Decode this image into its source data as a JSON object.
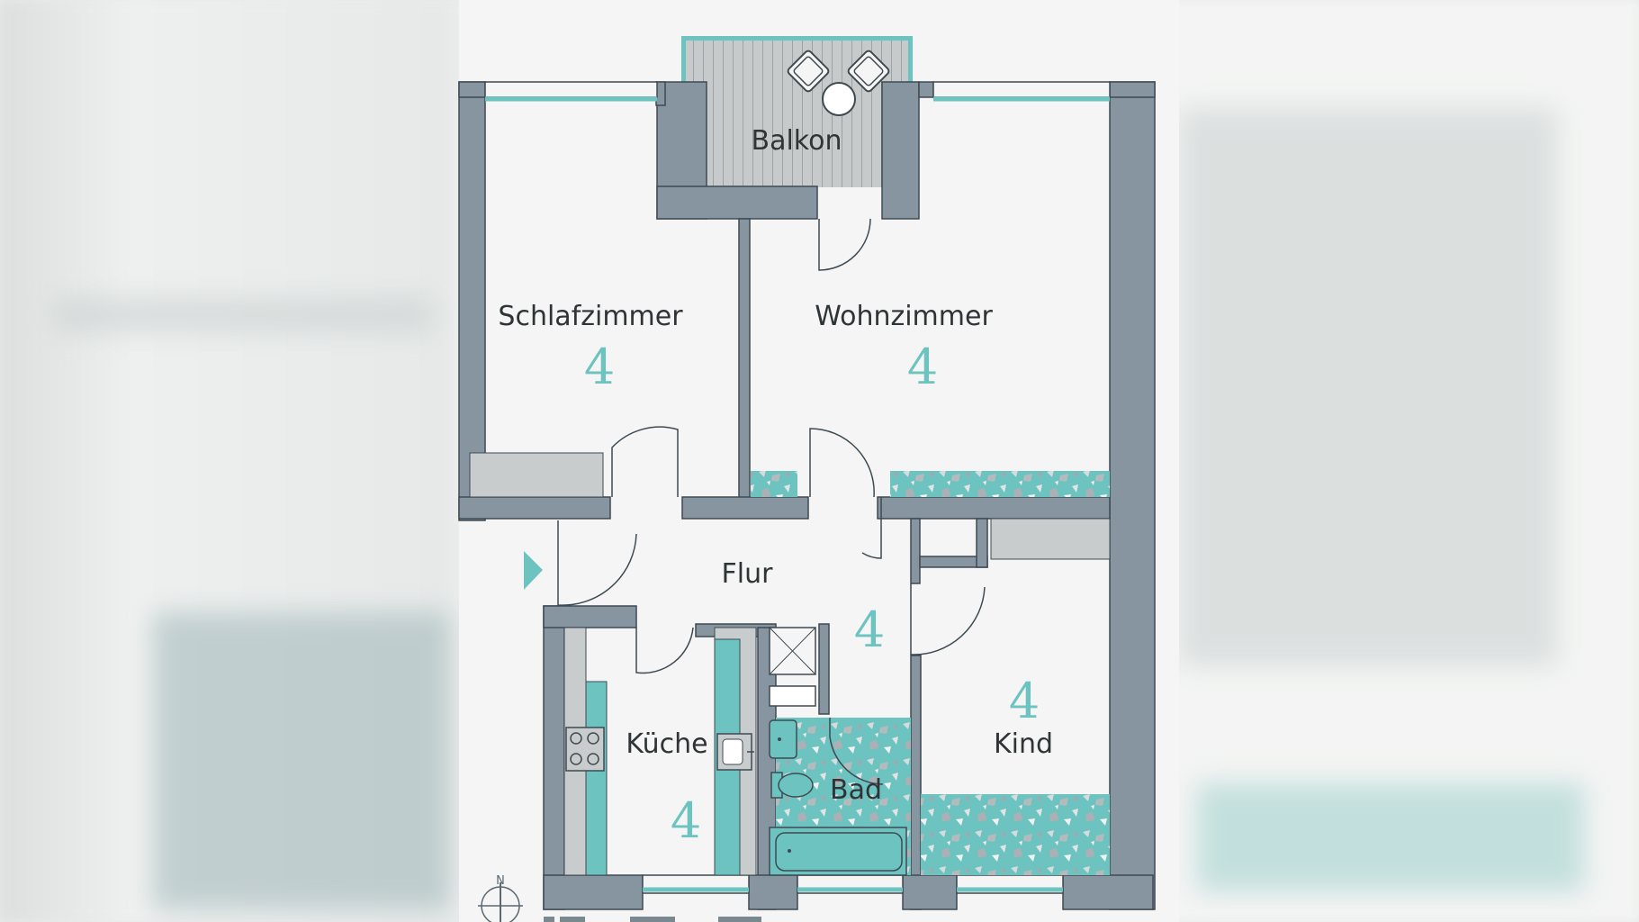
{
  "plan": {
    "rooms": [
      {
        "id": "balkon",
        "name": "Balkon",
        "number": ""
      },
      {
        "id": "schlafzimmer",
        "name": "Schlafzimmer",
        "number": "4"
      },
      {
        "id": "wohnzimmer",
        "name": "Wohnzimmer",
        "number": "4"
      },
      {
        "id": "flur",
        "name": "Flur",
        "number": "4"
      },
      {
        "id": "kueche",
        "name": "Küche",
        "number": "4"
      },
      {
        "id": "bad",
        "name": "Bad",
        "number": ""
      },
      {
        "id": "kind",
        "name": "Kind",
        "number": "4"
      }
    ],
    "north_label": "N",
    "colors": {
      "wall": "#8795a0",
      "floor": "#f4f5f4",
      "accent": "#6cc3c0",
      "balcony": "#c7cacb",
      "cabinet": "#c9cccd"
    }
  }
}
